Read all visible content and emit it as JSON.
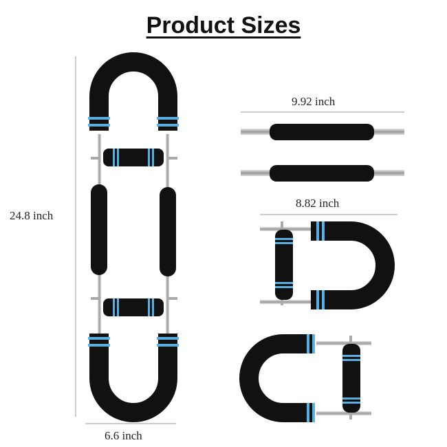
{
  "title": "Product Sizes",
  "dimensions": {
    "height": "24.8 inch",
    "width": "6.6 inch",
    "bar_length": "9.92 inch",
    "u_width": "8.82 inch"
  },
  "colors": {
    "foam": "#111111",
    "accent_blue": "#5aaee0",
    "steel": "#b8b8b8"
  }
}
